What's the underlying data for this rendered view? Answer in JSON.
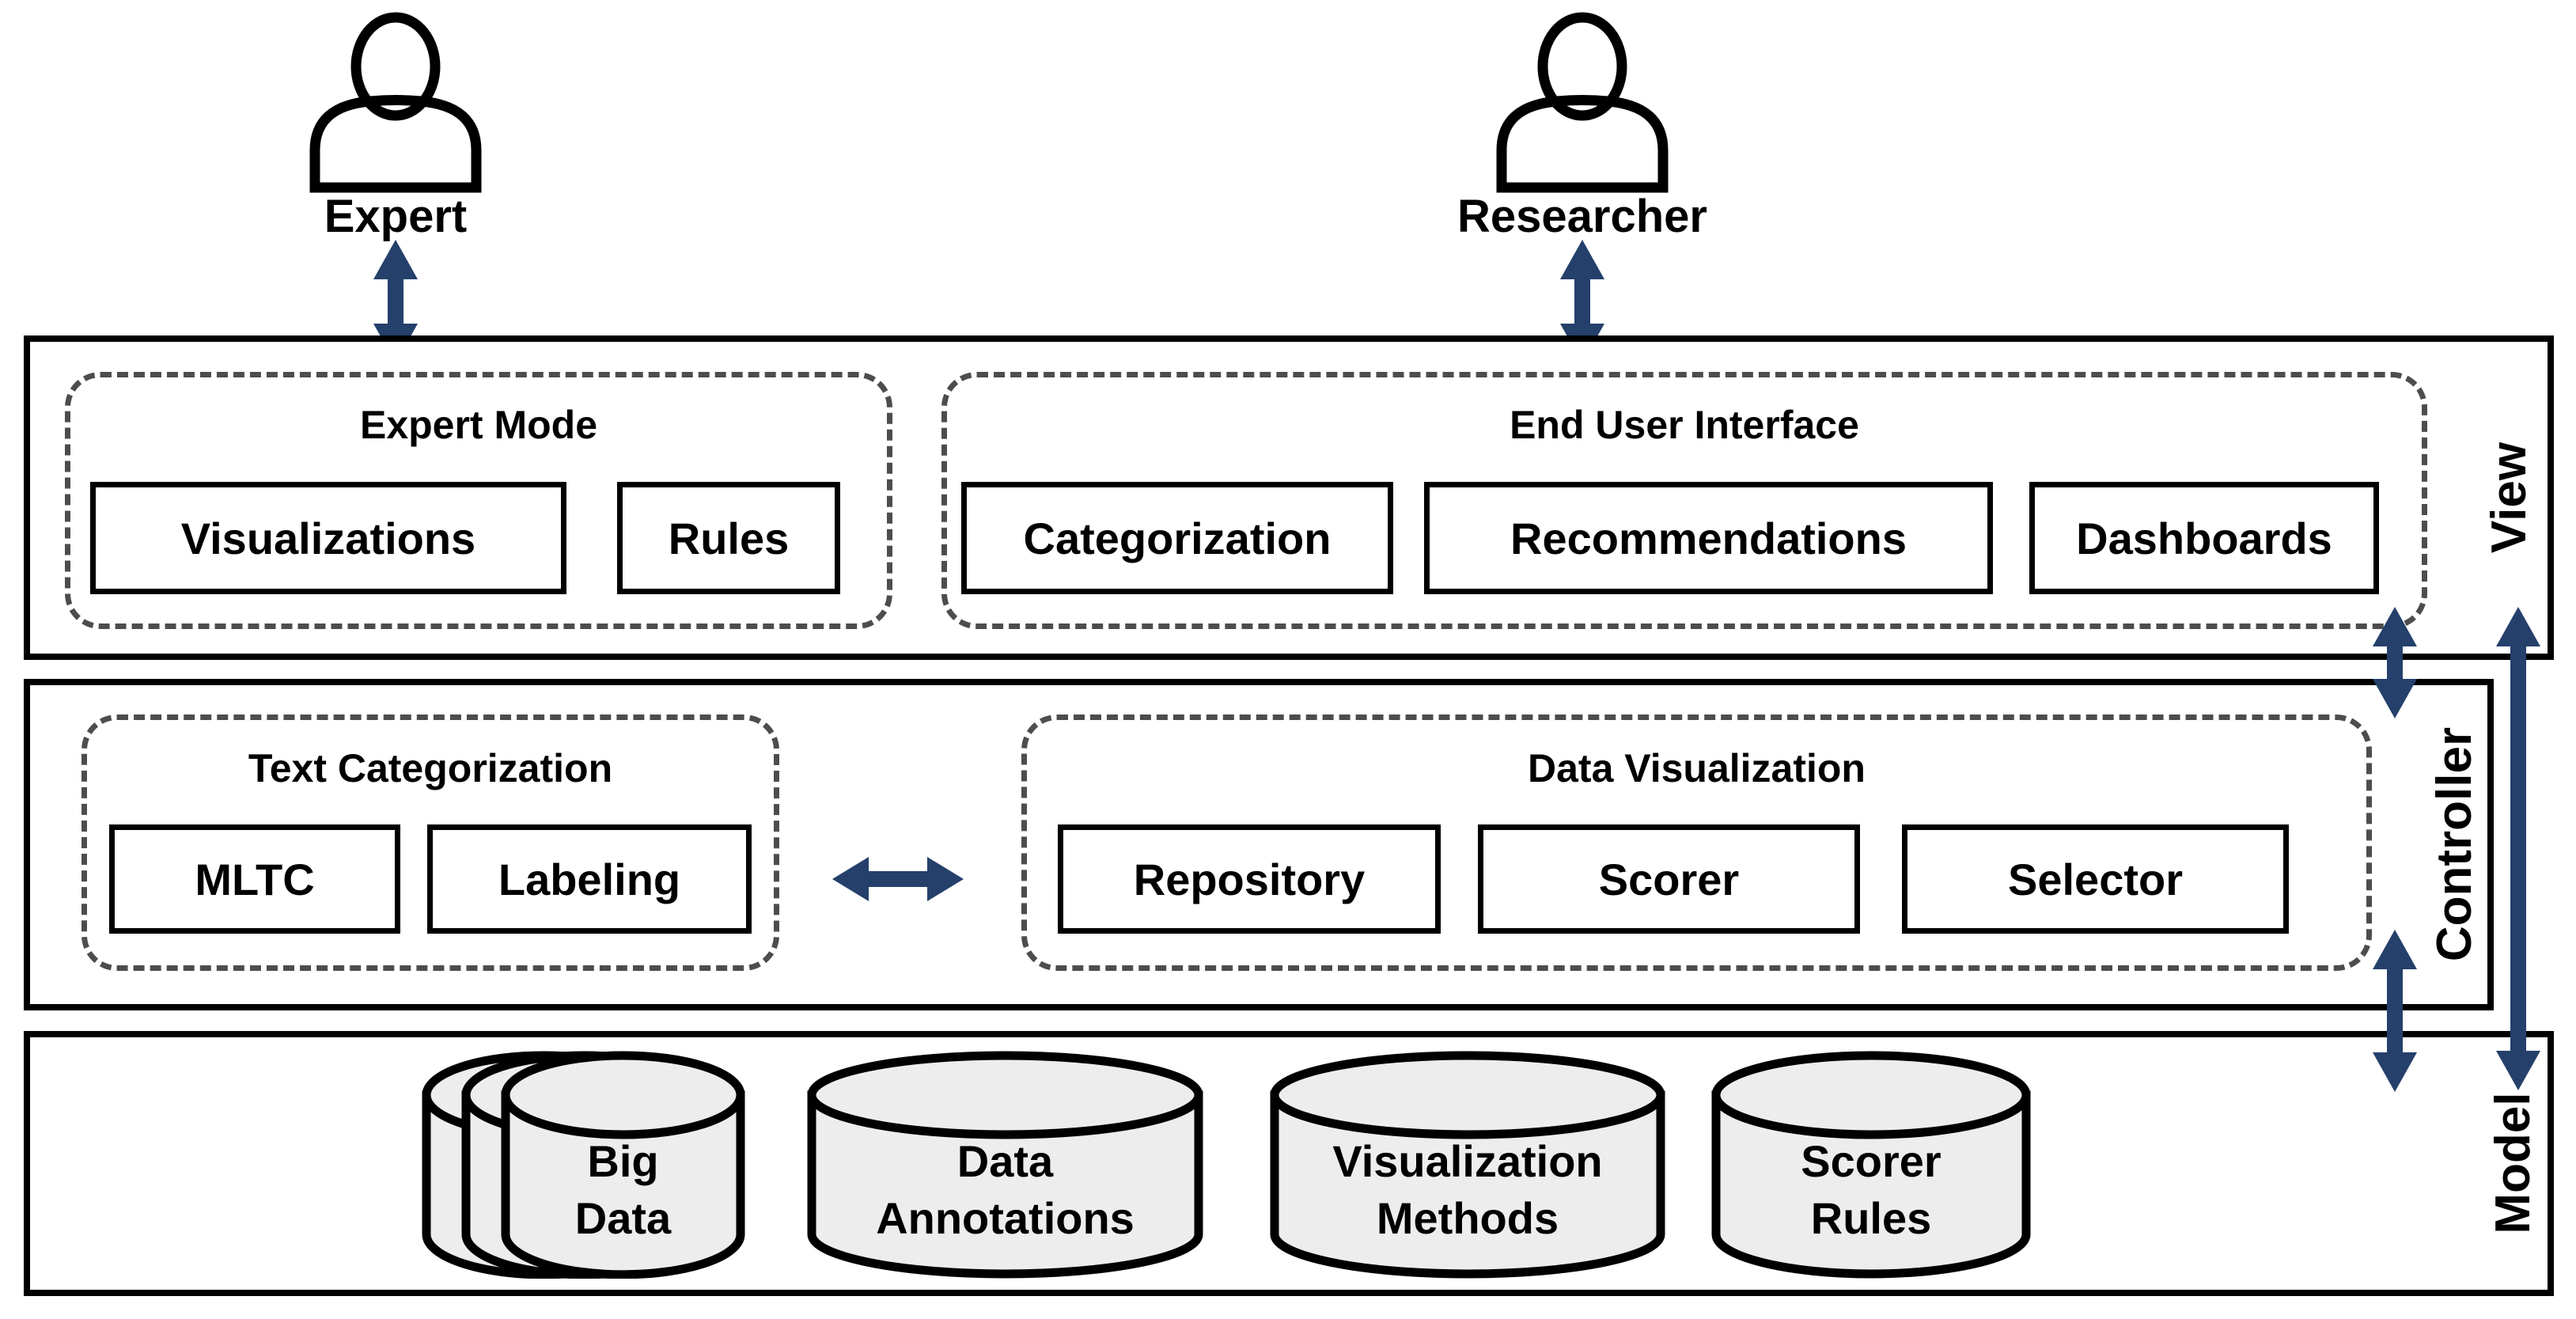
{
  "actors": [
    {
      "label": "Expert"
    },
    {
      "label": "Researcher"
    }
  ],
  "layers": {
    "view": {
      "label": "View",
      "groups": [
        {
          "title": "Expert Mode",
          "items": [
            "Visualizations",
            "Rules"
          ]
        },
        {
          "title": "End User Interface",
          "items": [
            "Categorization",
            "Recommendations",
            "Dashboards"
          ]
        }
      ]
    },
    "controller": {
      "label": "Controller",
      "groups": [
        {
          "title": "Text Categorization",
          "items": [
            "MLTC",
            "Labeling"
          ]
        },
        {
          "title": "Data Visualization",
          "items": [
            "Repository",
            "Scorer",
            "Selector"
          ]
        }
      ]
    },
    "model": {
      "label": "Model",
      "datastores": [
        {
          "line1": "Big",
          "line2": "Data"
        },
        {
          "line1": "Data",
          "line2": "Annotations"
        },
        {
          "line1": "Visualization",
          "line2": "Methods"
        },
        {
          "line1": "Scorer",
          "line2": "Rules"
        }
      ]
    }
  },
  "colors": {
    "arrow": "#24406b",
    "dash": "#4d4d4d",
    "cylinder_fill": "#ededed",
    "stroke": "#000000"
  }
}
